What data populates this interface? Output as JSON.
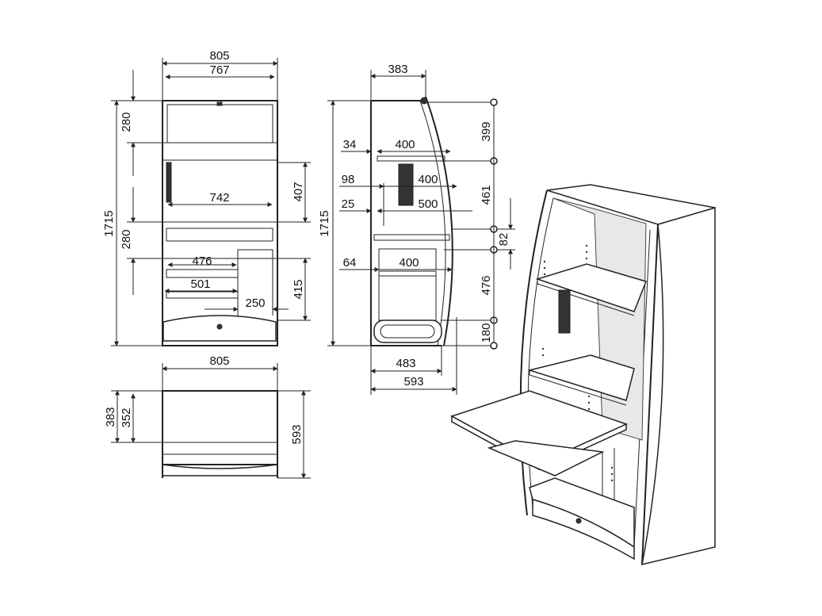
{
  "front_view": {
    "width_outer": "805",
    "width_inner": "767",
    "height_total": "1715",
    "top_section": "280",
    "middle_section": "280",
    "shelf_width": "742",
    "opening_height": "407",
    "drawer_width_a": "476",
    "drawer_width_b": "501",
    "pullout_depth": "250",
    "lower_height": "415"
  },
  "side_view": {
    "depth_top": "383",
    "height_total": "1715",
    "offset_a": "34",
    "shelf_a": "400",
    "offset_b": "98",
    "shelf_b": "400",
    "offset_c": "25",
    "shelf_c": "500",
    "offset_d": "64",
    "shelf_d": "400",
    "h_top": "399",
    "h_second": "461",
    "h_gap": "82",
    "h_lower": "476",
    "h_base": "180",
    "depth_inner": "483",
    "depth_total": "593"
  },
  "top_view": {
    "width": "805",
    "depth_a": "383",
    "depth_b": "352",
    "depth_total": "593"
  }
}
